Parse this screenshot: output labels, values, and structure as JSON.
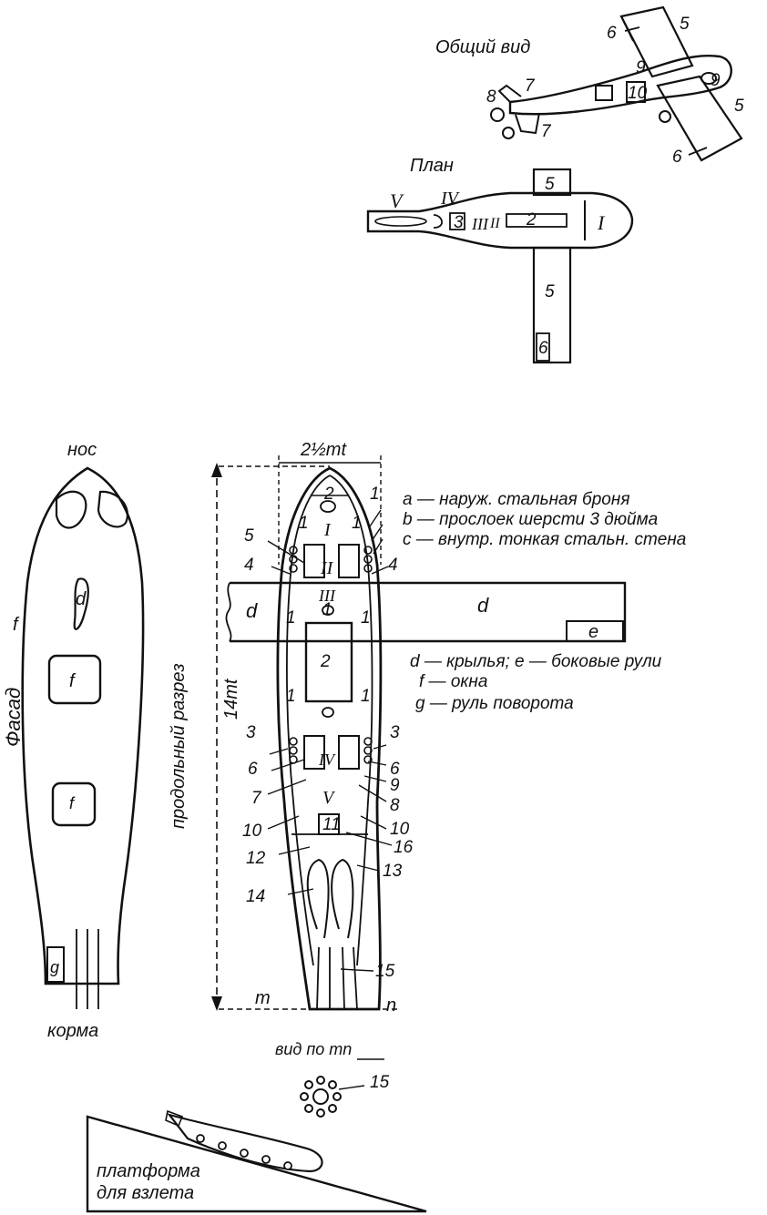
{
  "views": {
    "general": {
      "title": "Общий вид",
      "labels": [
        "5",
        "5",
        "6",
        "6",
        "7",
        "7",
        "8",
        "9",
        "9",
        "10"
      ]
    },
    "plan": {
      "title": "План",
      "labels": [
        "V",
        "IV",
        "3",
        "III",
        "II",
        "2",
        "I",
        "5",
        "5",
        "6"
      ]
    },
    "facade": {
      "title": "Фасад",
      "nose": "нос",
      "stern": "корма",
      "labels": [
        "d",
        "f",
        "f",
        "f",
        "g"
      ]
    },
    "section": {
      "title": "продольный разрез",
      "width": "2½mt",
      "length": "14mt",
      "rooms": [
        "I",
        "II",
        "III",
        "IV",
        "V"
      ],
      "numbers": [
        "1",
        "1",
        "1",
        "1",
        "1",
        "1",
        "1",
        "1",
        "2",
        "2",
        "3",
        "3",
        "4",
        "4",
        "5",
        "6",
        "6",
        "7",
        "8",
        "9",
        "10",
        "10",
        "11",
        "12",
        "13",
        "14",
        "15",
        "16",
        "a",
        "b",
        "c",
        "d",
        "d",
        "e"
      ],
      "end_left": "m",
      "end_right": "n"
    },
    "legend": {
      "a": "a — наруж. стальная броня",
      "b": "b — прослоек шерсти 3 дюйма",
      "c": "c — внутр. тонкая стальн. стена",
      "de": "d — крылья; e — боковые рули",
      "f": "f — окна",
      "g": "g — руль поворота"
    },
    "mn_view": {
      "title": "вид по mn",
      "label": "15"
    },
    "platform": {
      "line1": "платформа",
      "line2": "для взлета"
    }
  },
  "colors": {
    "ink": "#111111",
    "paper": "#ffffff"
  }
}
